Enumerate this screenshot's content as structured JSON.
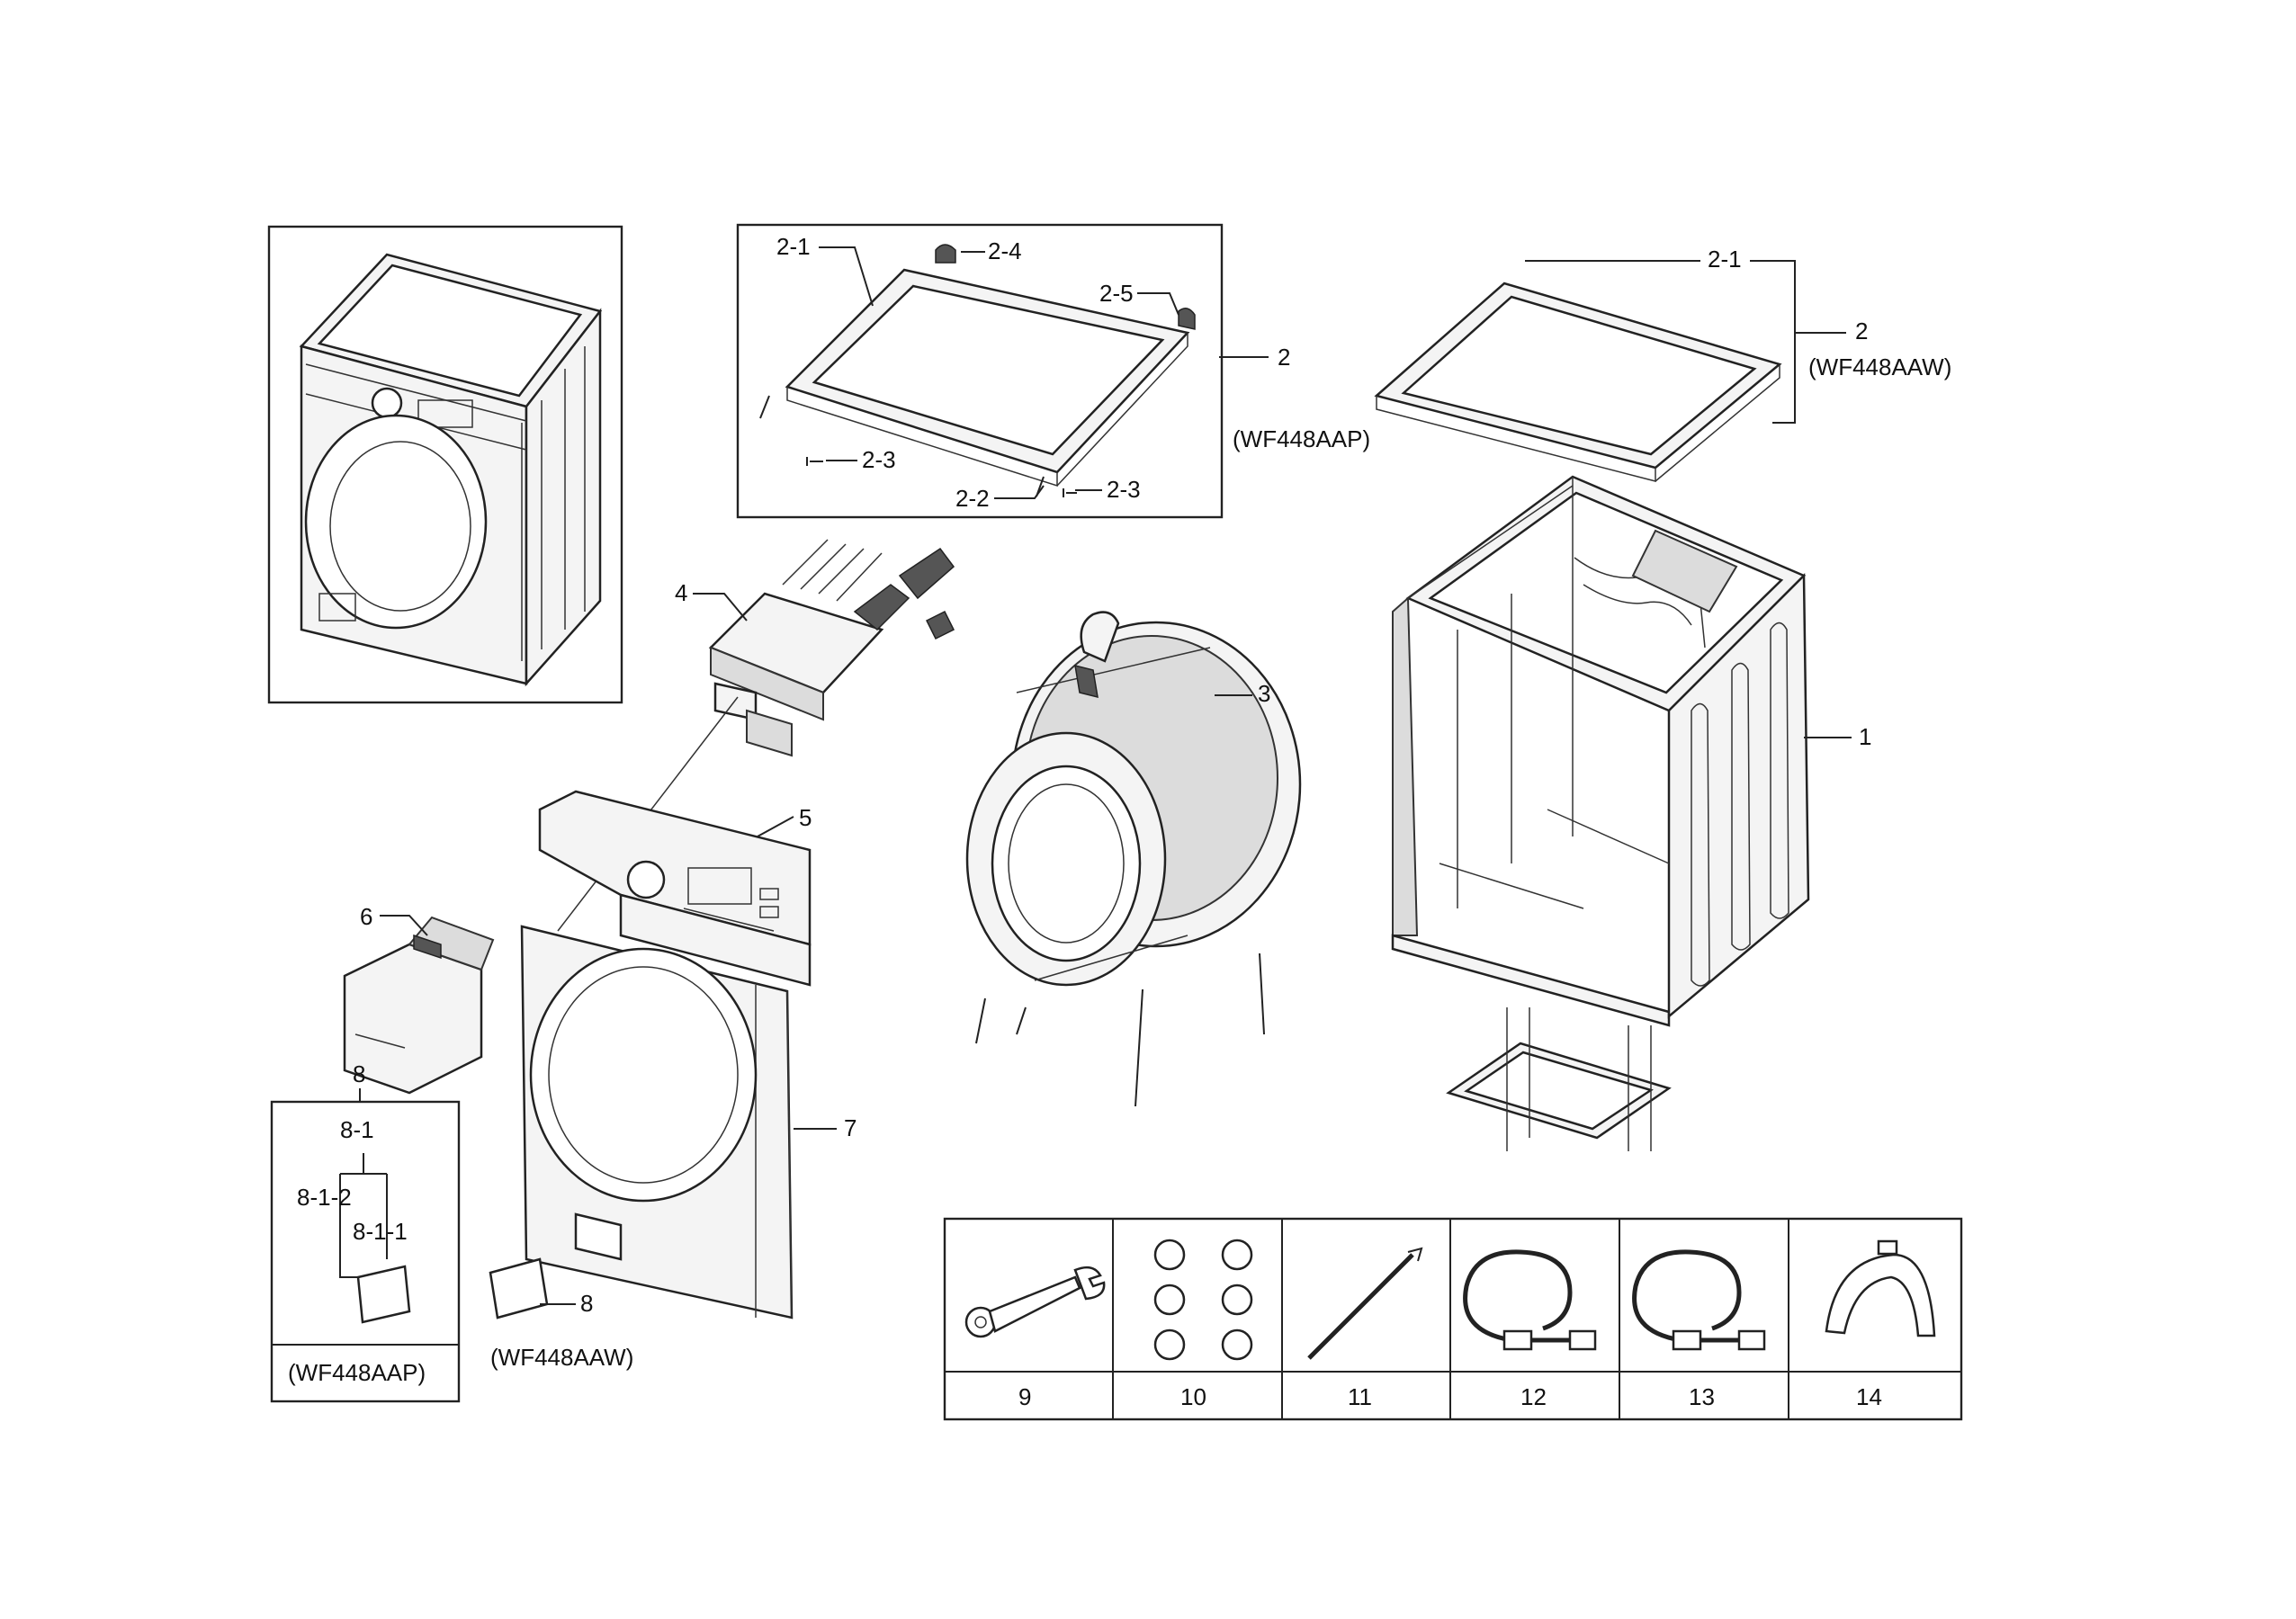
{
  "labels": {
    "p2_1_a": "2-1",
    "p2_4": "2-4",
    "p2_5": "2-5",
    "p2_a": "2",
    "model_aap_top": "(WF448AAP)",
    "p2_3_a": "2-3",
    "p2_2": "2-2",
    "p2_3_b": "2-3",
    "p2_1_b": "2-1",
    "p2_b": "2",
    "model_aaw_top": "(WF448AAW)",
    "p1": "1",
    "p3": "3",
    "p4": "4",
    "p5": "5",
    "p6": "6",
    "p7": "7",
    "p8_a": "8",
    "p8_1": "8-1",
    "p8_1_2": "8-1-2",
    "p8_1_1": "8-1-1",
    "model_aap_bottom": "(WF448AAP)",
    "p8_b": "8",
    "model_aaw_bottom": "(WF448AAW)"
  },
  "accessories": [
    "9",
    "10",
    "11",
    "12",
    "13",
    "14"
  ]
}
